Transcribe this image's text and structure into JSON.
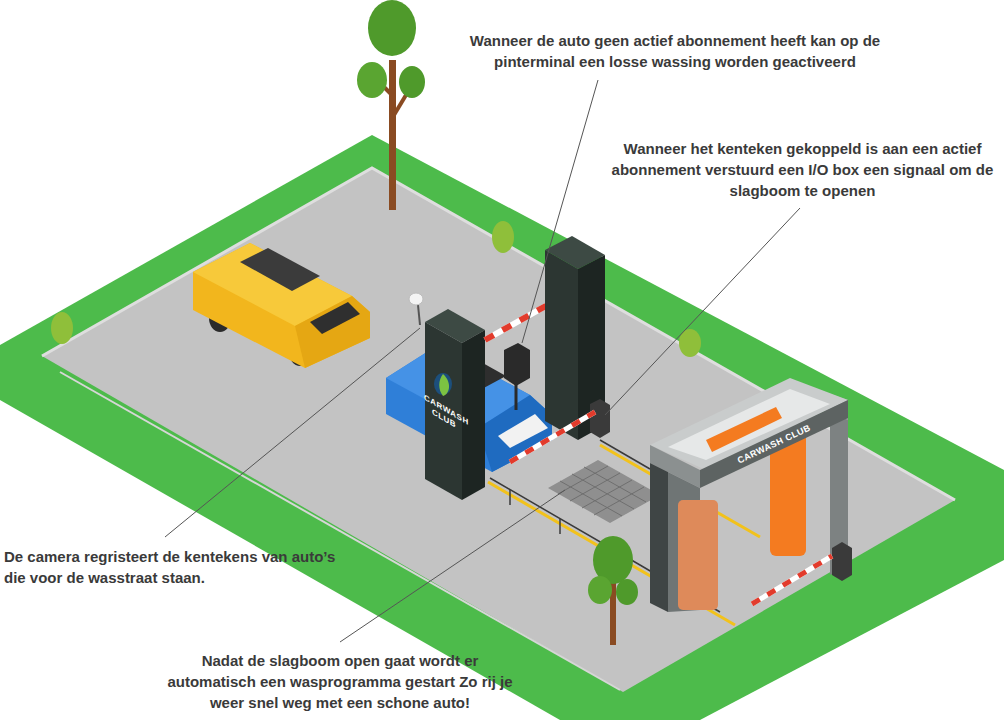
{
  "diagram": {
    "labels": [
      "Wanneer de auto geen actief abonnement heeft kan op de pinterminal een losse wassing worden geactiveerd",
      "Wanneer het kenteken gekoppeld is aan een actief abonnement verstuurd een I/O box een signaal om de slagboom te openen",
      "De camera regristeert de kentekens van auto’s die voor de wasstraat staan.",
      "Nadat de slagboom open gaat wordt er automatisch een wasprogramma gestart Zo rij je weer snel weg met een schone auto!",
      "CARWASH CLUB",
      "CARWASH CLUB"
    ]
  }
}
